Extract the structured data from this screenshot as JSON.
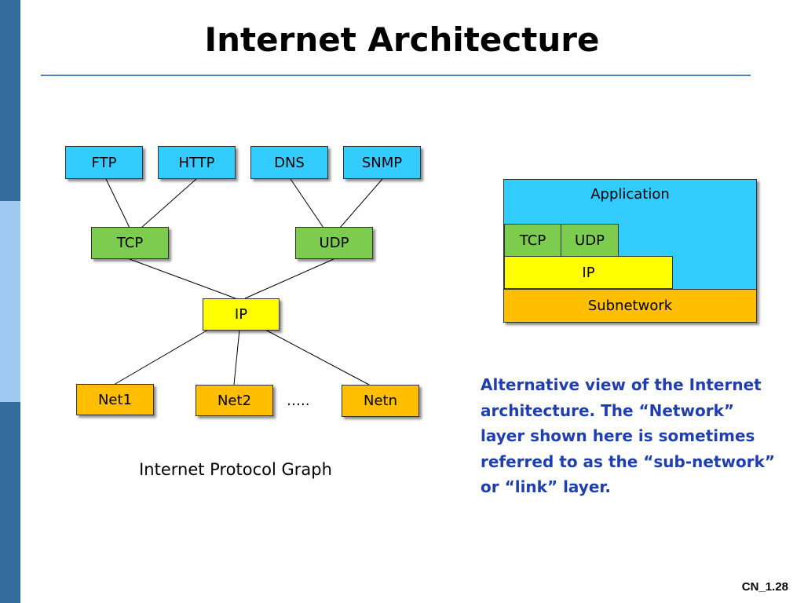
{
  "slide": {
    "title": "Internet Architecture",
    "number": "CN_1.28",
    "sidebar_colors": [
      "#336b9c",
      "#9ec9f0",
      "#336b9c"
    ]
  },
  "colors": {
    "application": "#33ccff",
    "transport": "#7ccc50",
    "network": "#ffff00",
    "subnetwork": "#ffbe00",
    "rule": "#4f81bd",
    "emphasis_text": "#1f3fb0"
  },
  "protocol_graph": {
    "applications": [
      "FTP",
      "HTTP",
      "DNS",
      "SNMP"
    ],
    "transport": [
      "TCP",
      "UDP"
    ],
    "network": "IP",
    "subnetworks": [
      "Net1",
      "Net2",
      "Netn"
    ],
    "ellipsis": "…..",
    "caption": "Internet Protocol Graph"
  },
  "layer_stack": {
    "application": "Application",
    "tcp": "TCP",
    "udp": "UDP",
    "ip": "IP",
    "subnetwork": "Subnetwork"
  },
  "alt_view_text": "Alternative view of the Internet architecture. The “Network” layer shown here is sometimes referred to as the “sub-network” or “link” layer."
}
